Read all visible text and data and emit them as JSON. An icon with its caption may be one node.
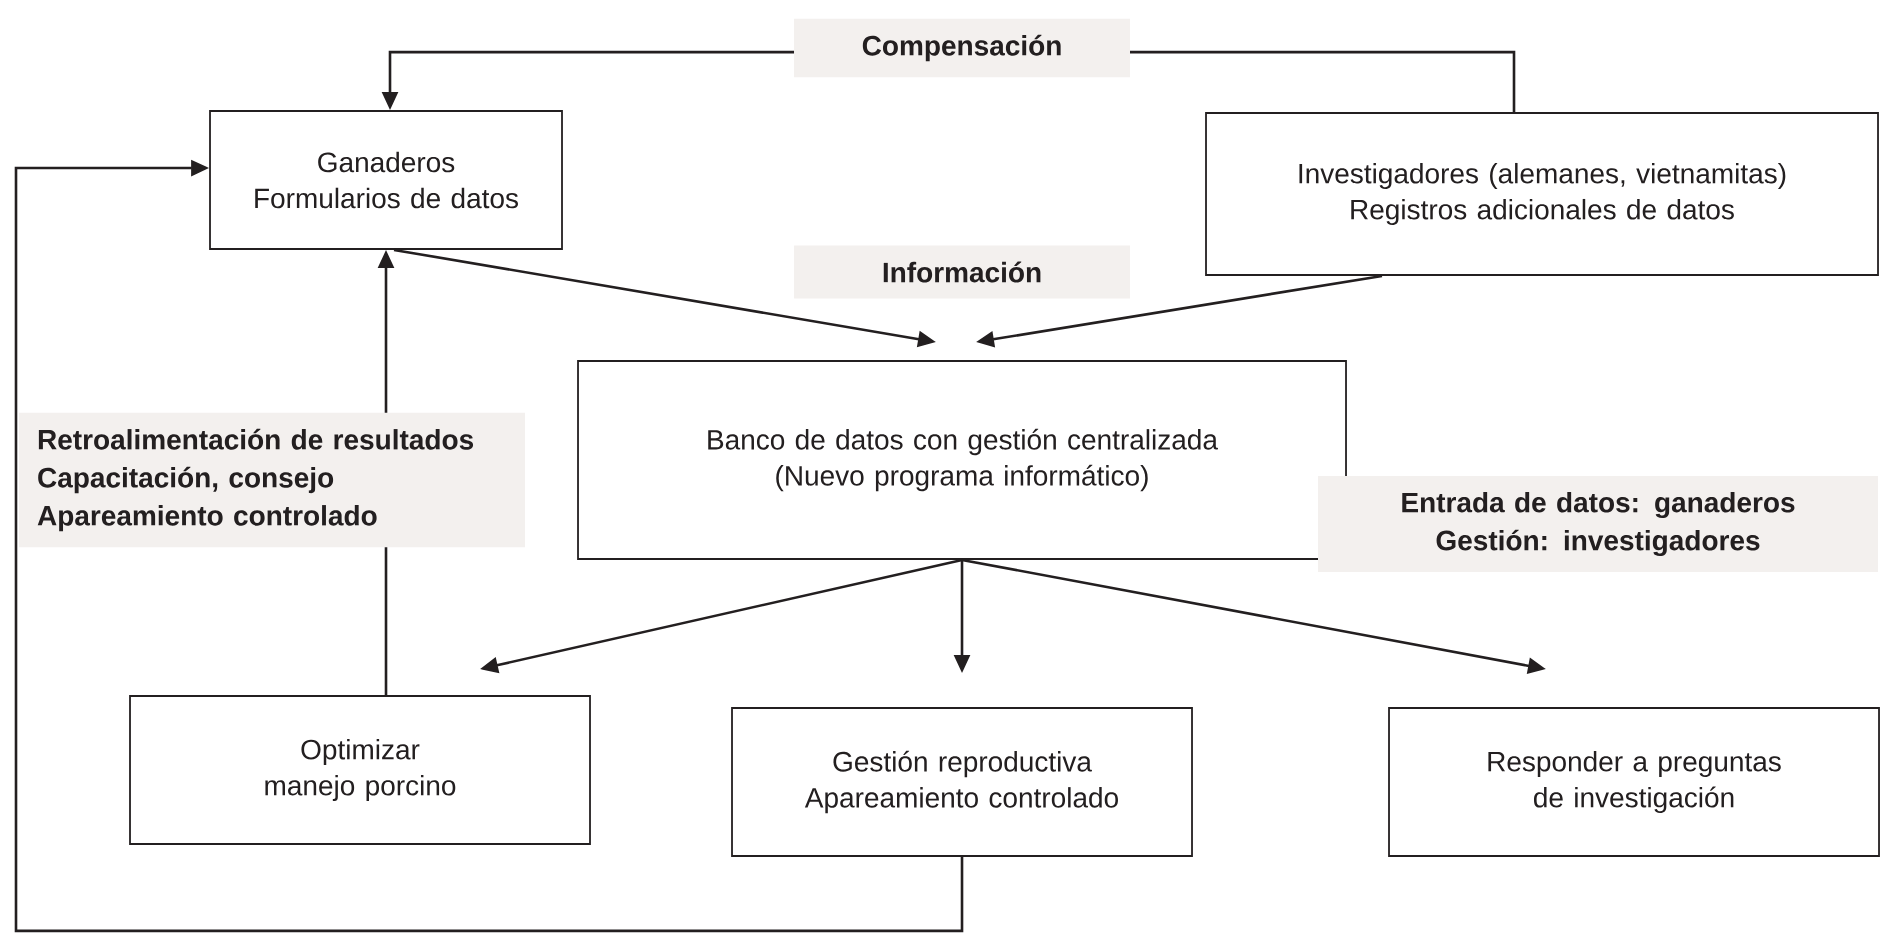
{
  "diagram": {
    "nodes": [
      {
        "text": [
          "Ganaderos",
          "Formularios de datos"
        ]
      },
      {
        "text": [
          "Investigadores (alemanes, vietnamitas)",
          "Registros adicionales de datos"
        ]
      },
      {
        "text": [
          "Banco de datos con gestión centralizada",
          "(Nuevo programa informático)"
        ]
      },
      {
        "text": [
          "Optimizar manejo porcino"
        ]
      },
      {
        "text": [
          "Gestión reproductiva",
          "Apareamiento controlado"
        ]
      },
      {
        "text": [
          "Responder a preguntas de investigación"
        ]
      }
    ],
    "edges": [
      {
        "from": 1,
        "to": 0,
        "arrow": "to",
        "label": "Compensación"
      },
      {
        "from": 0,
        "to": 2,
        "arrow": "to"
      },
      {
        "from": 1,
        "to": 2,
        "arrow": "to"
      },
      {
        "from": 2,
        "to": 3,
        "arrow": "to"
      },
      {
        "from": 2,
        "to": 4,
        "arrow": "to"
      },
      {
        "from": 2,
        "to": 5,
        "arrow": "to"
      },
      {
        "from": 3,
        "to": 0,
        "arrow": "to",
        "label": "Retroalimentación de resultados Capacitación, consejo Apareamiento controlado"
      },
      {
        "from": 4,
        "to": 0,
        "arrow": "to"
      }
    ],
    "labels": [
      "Información",
      "Entrada de datos: ganaderos Gestión: investigadores"
    ]
  }
}
